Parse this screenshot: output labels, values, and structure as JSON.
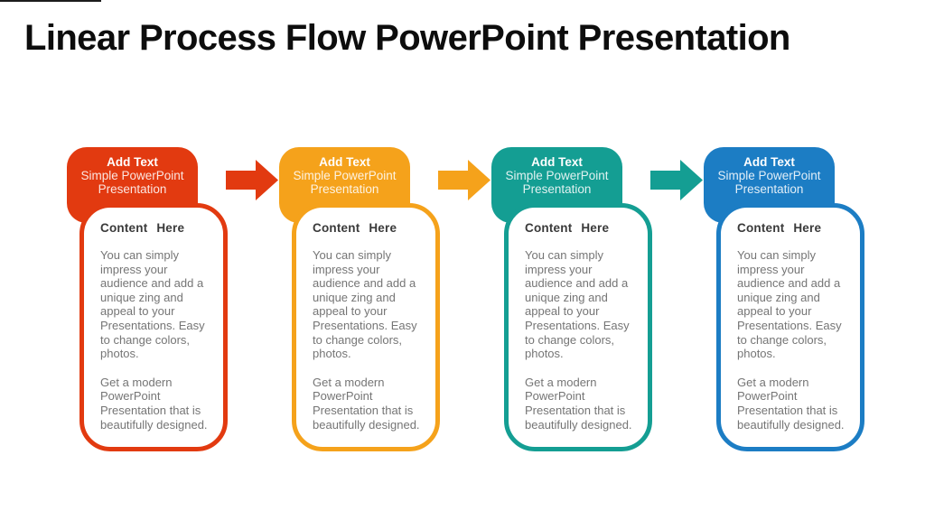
{
  "slide": {
    "title": "Linear Process Flow PowerPoint Presentation",
    "background_color": "#FFFFFF",
    "title_color": "#0D0D0D"
  },
  "steps": [
    {
      "header_title": "Add Text",
      "header_subtitle": "Simple PowerPoint Presentation",
      "content_title": "Content Here",
      "body_paragraph_1": "You can simply impress your audience and add a unique zing and appeal to your Presentations. Easy to change colors, photos.",
      "body_paragraph_2": "Get a modern PowerPoint Presentation that is beautifully designed.",
      "accent_color": "#E23A10"
    },
    {
      "header_title": "Add Text",
      "header_subtitle": "Simple PowerPoint Presentation",
      "content_title": "Content Here",
      "body_paragraph_1": "You can simply impress your audience and add a unique zing and appeal to your Presentations. Easy to change colors, photos.",
      "body_paragraph_2": "Get a modern PowerPoint Presentation that is beautifully designed.",
      "accent_color": "#F5A21B"
    },
    {
      "header_title": "Add Text",
      "header_subtitle": "Simple PowerPoint Presentation",
      "content_title": "Content Here",
      "body_paragraph_1": "You can simply impress your audience and add a unique zing and appeal to your Presentations. Easy to change colors, photos.",
      "body_paragraph_2": "Get a modern PowerPoint Presentation that is beautifully designed.",
      "accent_color": "#149E93"
    },
    {
      "header_title": "Add Text",
      "header_subtitle": "Simple PowerPoint Presentation",
      "content_title": "Content Here",
      "body_paragraph_1": "You can simply impress your audience and add a unique zing and appeal to your Presentations. Easy to change colors, photos.",
      "body_paragraph_2": "Get a modern PowerPoint Presentation that is beautifully designed.",
      "accent_color": "#1C7DC4"
    }
  ],
  "arrows": [
    {
      "shape": "right-block-arrow",
      "color": "#E23A10"
    },
    {
      "shape": "right-block-arrow",
      "color": "#F5A21B"
    },
    {
      "shape": "right-block-arrow",
      "color": "#149E93"
    }
  ],
  "text_colors": {
    "content_title": "#3A3A3A",
    "content_body": "#757575",
    "header_text": "#FFFFFF"
  }
}
